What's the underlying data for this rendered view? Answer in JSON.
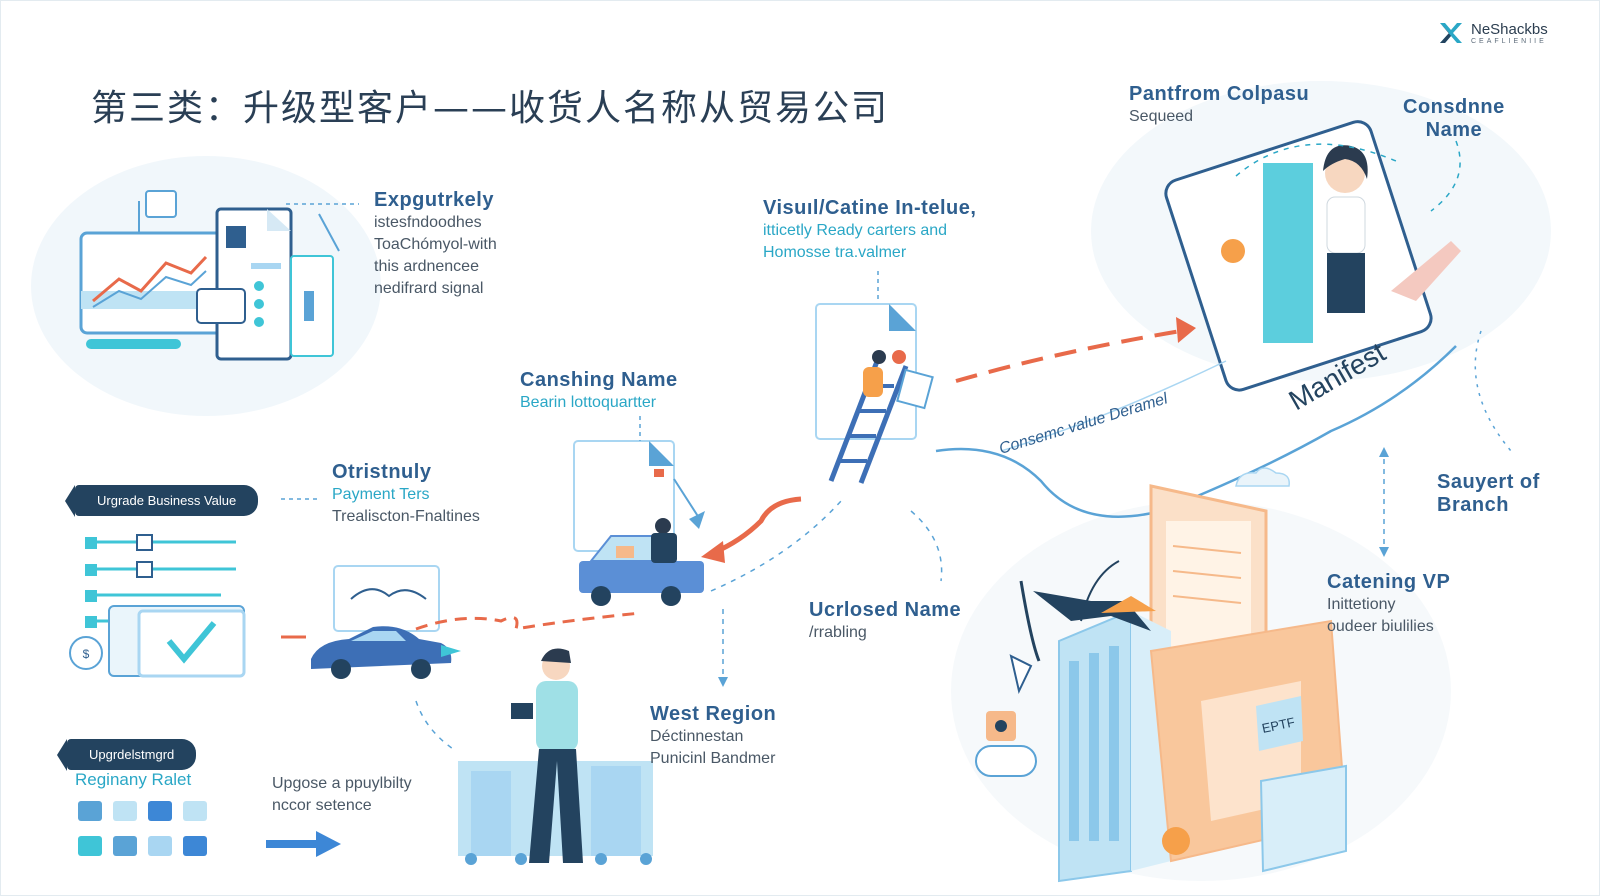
{
  "title": "第三类：升级型客户——收货人名称从贸易公司",
  "logo": {
    "name": "NeShackbs",
    "sub": "CEAFLIENIIE",
    "icon": "x-logo-icon"
  },
  "nodes": {
    "exp": {
      "heading": "Expgutrkely",
      "lines": [
        "istesfndoodhes",
        "ToaChómyol-with",
        "this ardnencee",
        "nedifrard signal"
      ]
    },
    "visual": {
      "heading": "Visuıl/Catine In-telue,",
      "lines": [
        "itticetly Ready carters and",
        "Homosse tra.valmer"
      ]
    },
    "pantfrom": {
      "heading": "Pantfrom Colpasu",
      "sub": "Sequeed"
    },
    "consonne": {
      "heading1": "Consdnne",
      "heading2": "Name"
    },
    "canshing": {
      "heading": "Canshing Name",
      "sub": "Bearin lottoquartter"
    },
    "otristnuly": {
      "heading": "Otristnuly",
      "lines": [
        "Payment Ters",
        "Trealiscton-Fnaltines"
      ]
    },
    "ucrlosed": {
      "heading": "Ucrlosed Name",
      "sub": "/rrabling"
    },
    "sauyert": {
      "heading1": "Sauyert of",
      "heading2": "Branch"
    },
    "catening": {
      "heading": "Catening VP",
      "lines": [
        "Inittetiony",
        "oudeer biulilies"
      ]
    },
    "west": {
      "heading": "West Region",
      "lines": [
        "Déctinnestan",
        "Punicinl Bandmer"
      ]
    },
    "upgose": {
      "lines": [
        "Upgose a ppuylbilty",
        "nccor setence"
      ]
    },
    "manifest": "Manifest",
    "flow_text": "Consemc value Deramel",
    "pill1": "Urgrade Business Value",
    "pill2": "Upgrdelstmgrd",
    "reginany": "Reginany Ralet",
    "building_sign": "EPTF"
  },
  "colors": {
    "accent": "#2aa7c6",
    "heading": "#2f5f8f",
    "arrow": "#e86a4a",
    "dark": "#23435f",
    "peach": "#f6b98a",
    "light_blue": "#a9d6f2"
  }
}
